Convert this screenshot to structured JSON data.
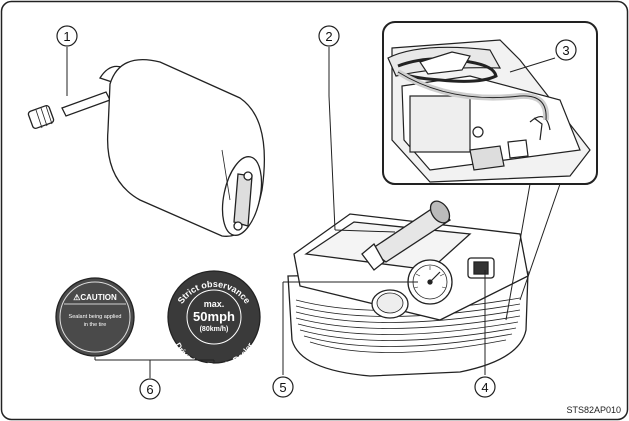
{
  "callouts": {
    "c1": "1",
    "c2": "2",
    "c3": "3",
    "c4": "4",
    "c5": "5",
    "c6": "6"
  },
  "sticker_caution": {
    "header": "⚠CAUTION",
    "line1": "Sealant being applied",
    "line2": "in the tire"
  },
  "sticker_speed": {
    "arc_top": "Strict observance",
    "max": "max.",
    "speed": "50mph",
    "kmh": "(80km/h)",
    "arc_bottom": "Drive to a Toyota Dealer"
  },
  "figure_code": "STS82AP010",
  "colors": {
    "frame": "#222222",
    "sticker_fill": "#4a4a4a",
    "line": "#222222"
  }
}
